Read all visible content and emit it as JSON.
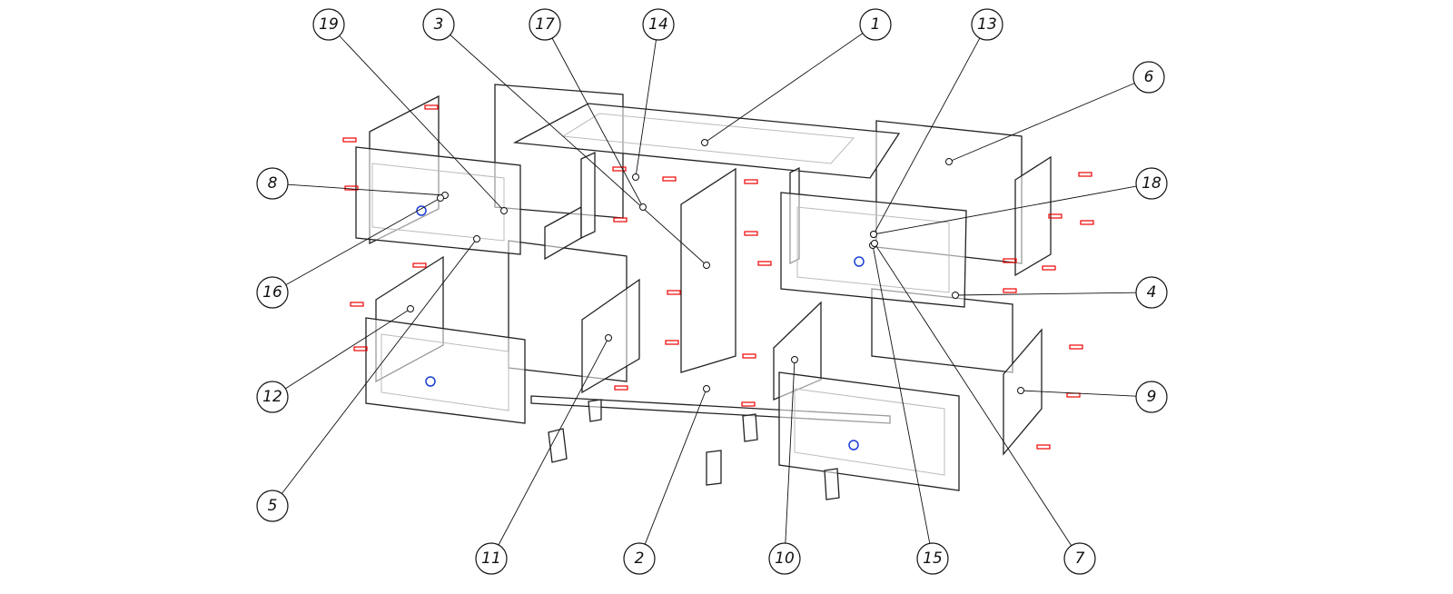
{
  "diagram": {
    "type": "exploded-assembly",
    "callouts": [
      {
        "id": "19",
        "label": "19"
      },
      {
        "id": "3",
        "label": "3"
      },
      {
        "id": "17",
        "label": "17"
      },
      {
        "id": "14",
        "label": "14"
      },
      {
        "id": "1",
        "label": "1"
      },
      {
        "id": "13",
        "label": "13"
      },
      {
        "id": "6",
        "label": "6"
      },
      {
        "id": "8",
        "label": "8"
      },
      {
        "id": "18",
        "label": "18"
      },
      {
        "id": "16",
        "label": "16"
      },
      {
        "id": "4",
        "label": "4"
      },
      {
        "id": "12",
        "label": "12"
      },
      {
        "id": "9",
        "label": "9"
      },
      {
        "id": "5",
        "label": "5"
      },
      {
        "id": "11",
        "label": "11"
      },
      {
        "id": "2",
        "label": "2"
      },
      {
        "id": "10",
        "label": "10"
      },
      {
        "id": "15",
        "label": "15"
      },
      {
        "id": "7",
        "label": "7"
      }
    ],
    "colors": {
      "outline": "#222222",
      "hardware_dowel": "#e00000",
      "handle": "#1a3fd6",
      "hidden": "#bbbbbb"
    }
  }
}
